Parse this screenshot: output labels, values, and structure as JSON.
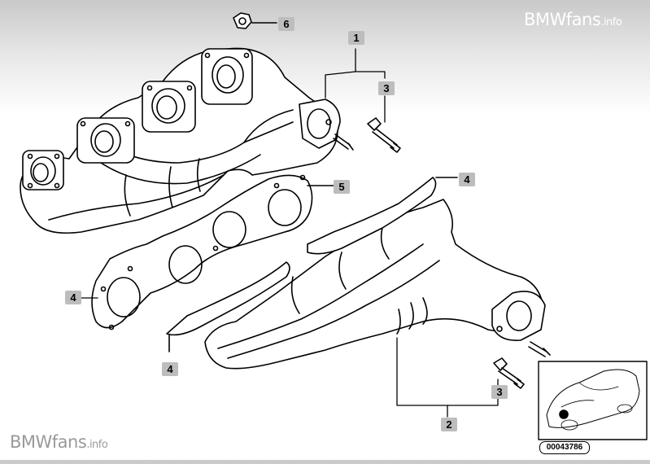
{
  "watermark": {
    "brand": "BMWfans",
    "suffix": ".info"
  },
  "diagram_id": "00043786",
  "callouts": {
    "assembly_1": "1",
    "manifold_2": "2",
    "bolt_top_3": "3",
    "bolt_bottom_3": "3",
    "gasket_right_4": "4",
    "gasket_left_4": "4",
    "gasket_bottom_4": "4",
    "gasket_5": "5",
    "nut_6": "6"
  }
}
